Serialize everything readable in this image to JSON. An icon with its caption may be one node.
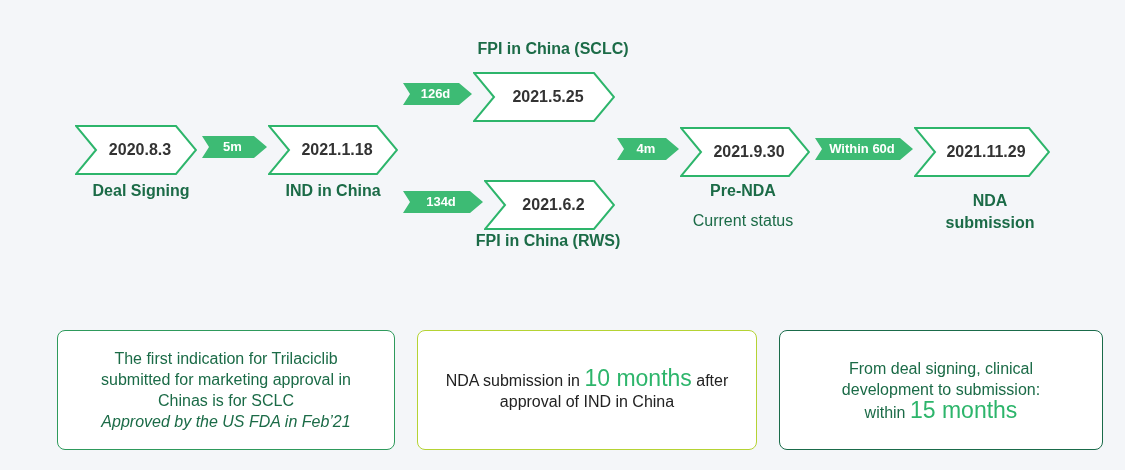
{
  "diagram": {
    "nodes": [
      {
        "text": [
          "2020.8.3"
        ],
        "beside": [
          "Deal Signing"
        ]
      },
      {
        "text": [
          "2021.1.18"
        ],
        "beside": [
          "IND in China"
        ]
      },
      {
        "text": [
          "2021.5.25"
        ],
        "beside": [
          "FPI in China (SCLC)"
        ]
      },
      {
        "text": [
          "2021.6.2"
        ],
        "beside": [
          "FPI in China (RWS)"
        ]
      },
      {
        "text": [
          "2021.9.30"
        ],
        "beside": [
          "Pre-NDA",
          "Current status"
        ]
      },
      {
        "text": [
          "2021.11.29"
        ],
        "beside": [
          "NDA submission"
        ]
      },
      {
        "text": [
          "The first indication for Trilaciclib submitted for marketing approval in Chinas is for SCLC",
          "Approved by the US FDA in Feb’21"
        ]
      },
      {
        "text": [
          "NDA submission in **10 months** after approval of IND in China"
        ]
      },
      {
        "text": [
          "From deal signing, clinical development to submission: within **15 months**"
        ]
      }
    ],
    "edges": [
      {
        "from": 0,
        "to": 1,
        "arrow": "to",
        "label": "5m"
      },
      {
        "from": 1,
        "to": 2,
        "arrow": "to",
        "label": "126d"
      },
      {
        "from": 1,
        "to": 3,
        "arrow": "to",
        "label": "134d"
      },
      {
        "from": null,
        "to": 4,
        "arrow": "to",
        "label": "4m"
      },
      {
        "from": 4,
        "to": 5,
        "arrow": "to",
        "label": "Within 60d"
      }
    ]
  }
}
